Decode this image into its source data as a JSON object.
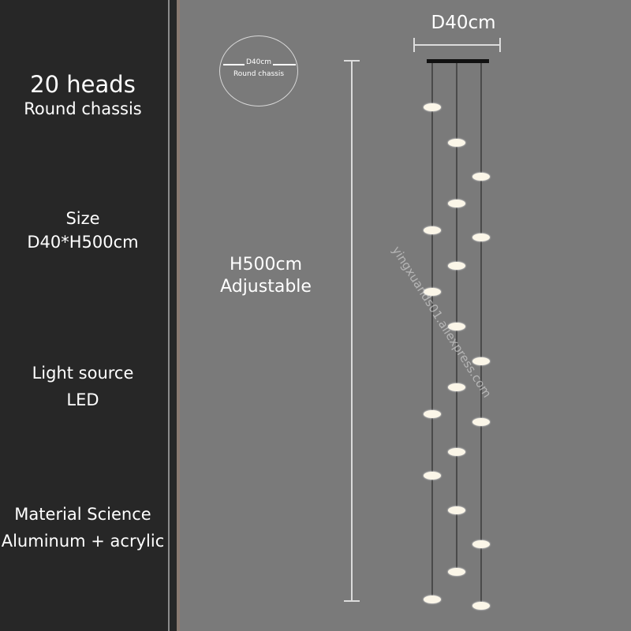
{
  "specs": {
    "heads": "20 heads",
    "chassis": "Round chassis",
    "size_label": "Size",
    "size_value": "D40*H500cm",
    "light_label": "Light source",
    "light_value": "LED",
    "material_label": "Material Science",
    "material_value": "Aluminum + acrylic"
  },
  "diagram": {
    "circle_diameter": "D40cm",
    "circle_caption": "Round chassis",
    "width_label": "D40cm",
    "height_label": "H500cm",
    "height_note": "Adjustable",
    "head_count": 20
  },
  "watermark": "yingxuands01.aliexpress.com",
  "colors": {
    "panel": "#272727",
    "background": "#7a7a7a",
    "head": "#fbf6e8"
  }
}
